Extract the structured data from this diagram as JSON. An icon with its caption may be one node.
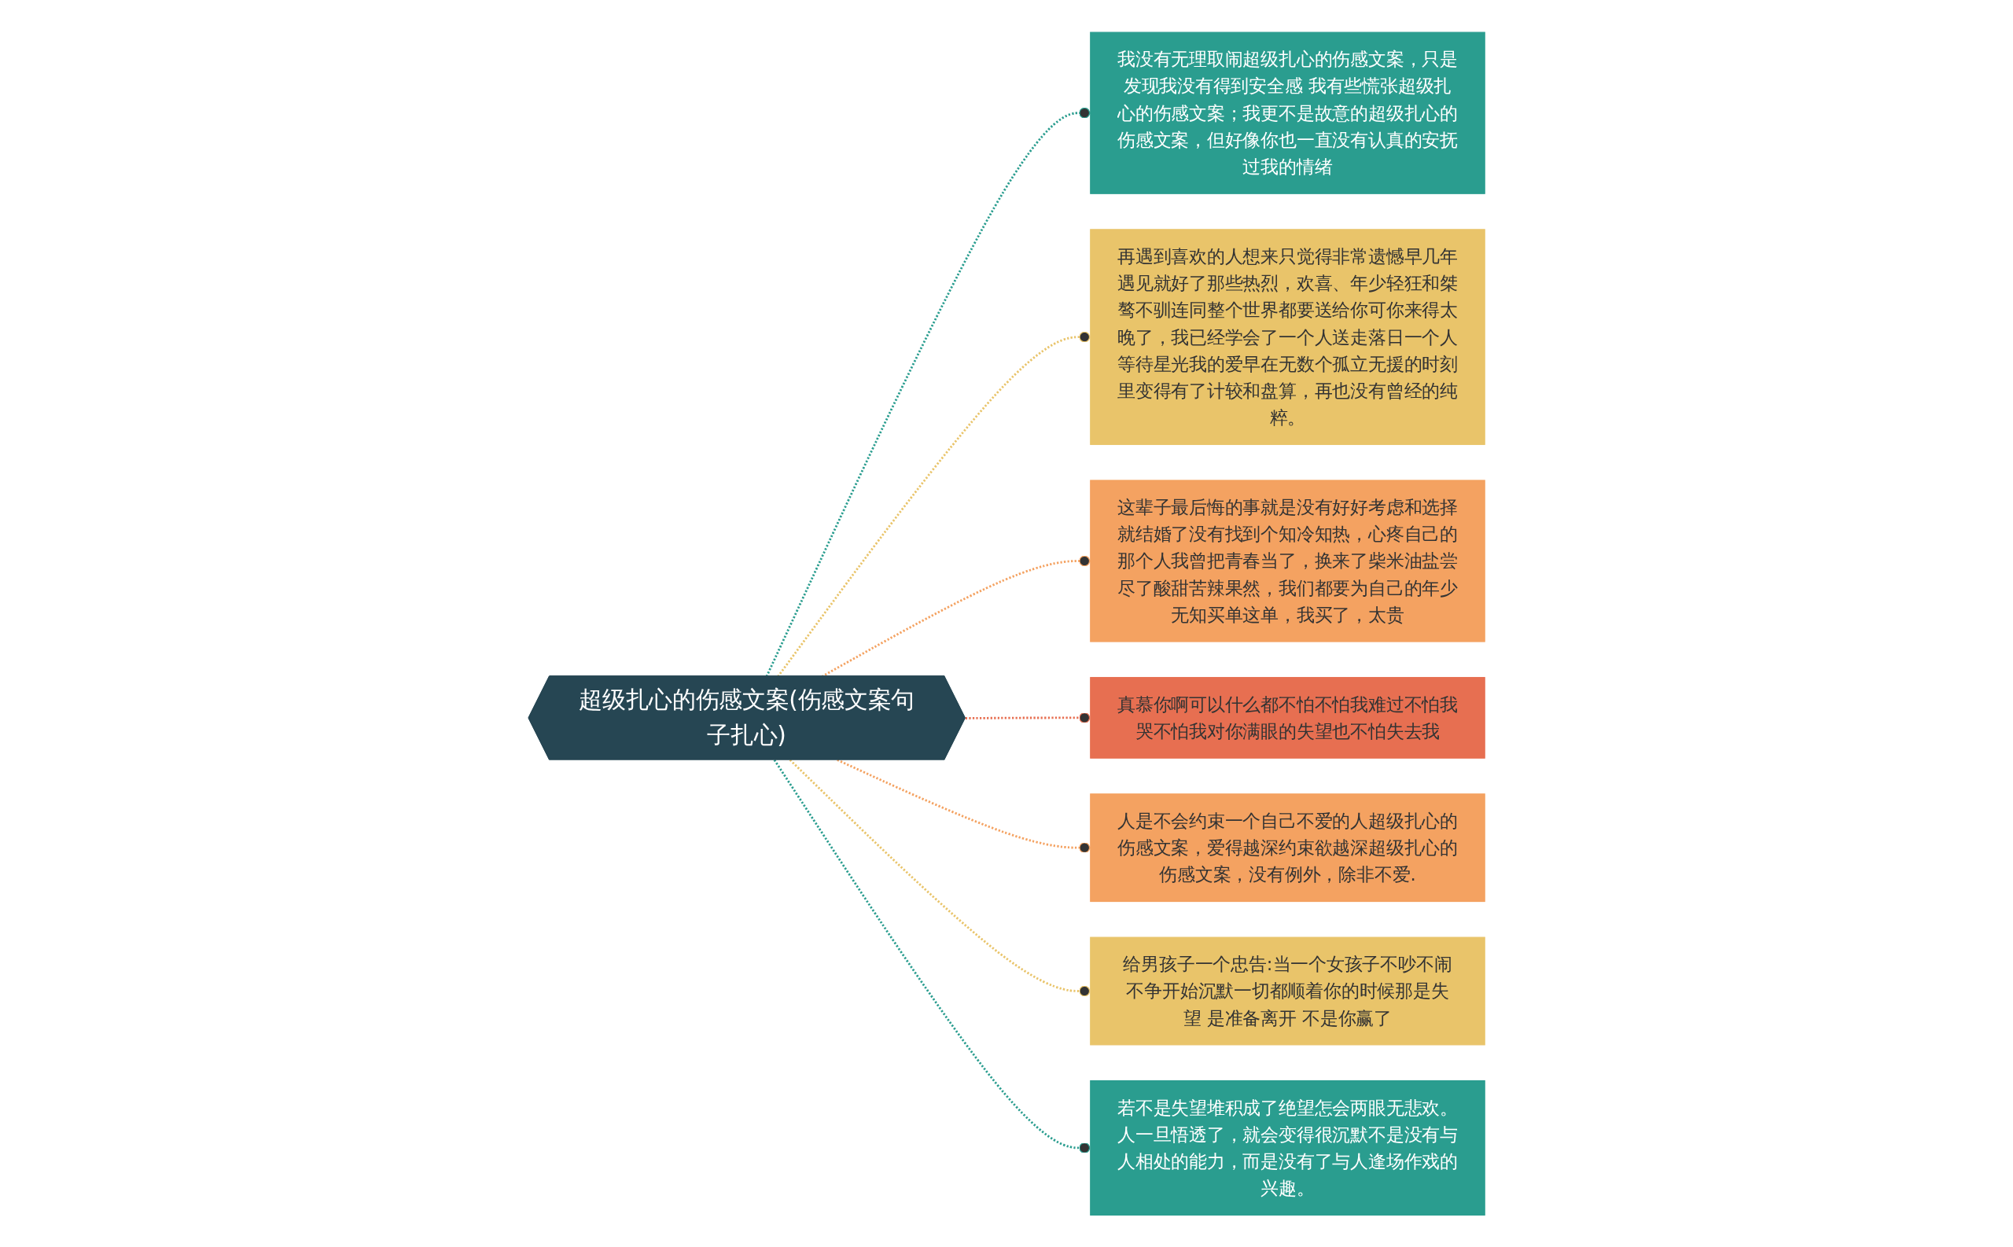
{
  "diagram": {
    "nodes": [
      {
        "text": [
          "超级扎心的伤感文案(伤感文案句子扎心)"
        ]
      },
      {
        "text": [
          "我没有无理取闹超级扎心的伤感文案，只是发现我没有得到安全感 我有些慌张超级扎心的伤感文案；我更不是故意的超级扎心的伤感文案，但好像你也一直没有认真的安抚过我的情绪"
        ]
      },
      {
        "text": [
          "再遇到喜欢的人想来只觉得非常遗憾早几年遇见就好了那些热烈，欢喜、年少轻狂和桀骜不驯连同整个世界都要送给你可你来得太晚了，我已经学会了一个人送走落日一个人等待星光我的爱早在无数个孤立无援的时刻里变得有了计较和盘算，再也没有曾经的纯粹。"
        ]
      },
      {
        "text": [
          "这辈子最后悔的事就是没有好好考虑和选择就结婚了没有找到个知冷知热，心疼自己的那个人我曾把青春当了，换来了柴米油盐尝尽了酸甜苦辣果然，我们都要为自己的年少无知买单这单，我买了，太贵"
        ]
      },
      {
        "text": [
          "真慕你啊可以什么都不怕不怕我难过不怕我哭不怕我对你满眼的失望也不怕失去我"
        ]
      },
      {
        "text": [
          "人是不会约束一个自己不爱的人超级扎心的伤感文案，爱得越深约束欲越深超级扎心的伤感文案，没有例外，除非不爱."
        ]
      },
      {
        "text": [
          "给男孩子一个忠告:当一个女孩子不吵不闹不争开始沉默一切都顺着你的时候那是失望 是准备离开 不是你赢了"
        ]
      },
      {
        "text": [
          "若不是失望堆积成了绝望怎会两眼无悲欢。人一旦悟透了，就会变得很沉默不是没有与人相处的能力，而是没有了与人逢场作戏的兴趣。"
        ]
      }
    ],
    "edges": [
      {
        "from": 0,
        "to": 1,
        "arrow": "other",
        "style": "dashed",
        "color": "#2a9d8f"
      },
      {
        "from": 0,
        "to": 2,
        "arrow": "other",
        "style": "dashed",
        "color": "#e9c46a"
      },
      {
        "from": 0,
        "to": 3,
        "arrow": "other",
        "style": "dashed",
        "color": "#f4a261"
      },
      {
        "from": 0,
        "to": 4,
        "arrow": "other",
        "style": "dashed",
        "color": "#e76f51"
      },
      {
        "from": 0,
        "to": 5,
        "arrow": "other",
        "style": "dashed",
        "color": "#f4a261"
      },
      {
        "from": 0,
        "to": 6,
        "arrow": "other",
        "style": "dashed",
        "color": "#e9c46a"
      },
      {
        "from": 0,
        "to": 7,
        "arrow": "other",
        "style": "dashed",
        "color": "#2a9d8f"
      }
    ]
  }
}
